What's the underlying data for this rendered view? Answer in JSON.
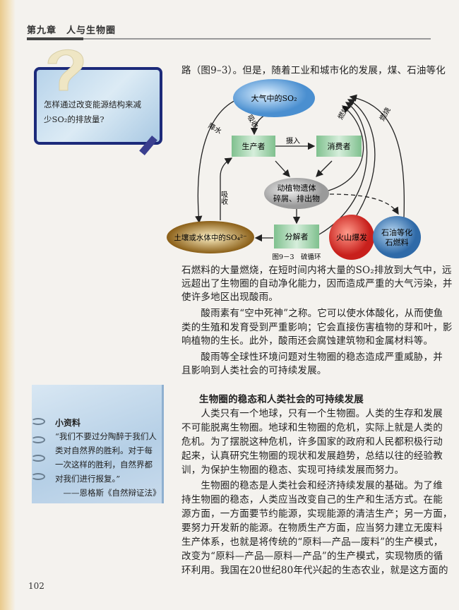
{
  "header": {
    "chapter": "第九章　人与生物圈"
  },
  "question_box": {
    "lines": [
      "怎样通过改变能源结构来减",
      "少SO₂的排放量?"
    ]
  },
  "body_top": "路（图9–3）。但是，随着工业和城市化的发展，煤、石油等化",
  "figure": {
    "caption": "图9－3　硫循环",
    "nodes": {
      "atmosphere": "大气中的SO₂",
      "producer": "生产者",
      "consumer": "消费者",
      "remains_1": "动植物遗体",
      "remains_2": "碎屑、排出物",
      "decomposer": "分解者",
      "soil": "土壤或水体中的SO₄²⁻",
      "volcano": "火山爆发",
      "fossil_1": "石油等化",
      "fossil_2": "石燃料"
    },
    "edges": {
      "precipitation": "降水",
      "absorb_top": "吸收",
      "ingest": "摄入",
      "absorb_bottom": "吸收",
      "burn_1": "燃烧",
      "burn_2": "燃烧"
    },
    "colors": {
      "atmosphere": "#6fa8dc",
      "boxes": "#a9d4b0",
      "remains": "#c9c9c9",
      "soil": "#a67c2e",
      "volcano": "#d9403a",
      "fossil": "#3f7fbf"
    }
  },
  "paragraphs": [
    [
      "石燃料的大量燃烧，在短时间内将大量的SO₂排放到大气中，远",
      "远超出了生物圈的自动净化能力，因而造成严重的大气污染，并",
      "使许多地区出现酸雨。"
    ],
    [
      "　　酸雨素有“空中死神”之称。它可以使水体酸化，从而使鱼",
      "类的生殖和发育受到严重影响；它会直接伤害植物的芽和叶，影",
      "响植物的生长。此外，酸雨还会腐蚀建筑物和金属材料等。"
    ],
    [
      "　　酸雨等全球性环境问题对生物圈的稳态造成严重威胁，并",
      "且影响到人类社会的可持续发展。"
    ]
  ],
  "section": {
    "heading": "生物圈的稳态和人类社会的可持续发展",
    "lines": [
      "　　人类只有一个地球，只有一个生物圈。人类的生存和发展",
      "不可能脱离生物圈。地球和生物圈的危机，实际上就是人类的",
      "危机。为了摆脱这种危机，许多国家的政府和人民都积极行动",
      "起来，认真研究生物圈的现状和发展趋势，总结以往的经验教",
      "训，为保护生物圈的稳态、实现可持续发展而努力。",
      "　　生物圈的稳态是人类社会和经济持续发展的基础。为了维",
      "持生物圈的稳态，人类应当改变自己的生产和生活方式。在能",
      "源方面，一方面要节约能源，实现能源的清洁生产；另一方面，",
      "要努力开发新的能源。在物质生产方面，应当努力建立无废料",
      "生产体系，也就是将传统的“原料—产品—废料”的生产模式，",
      "改变为“原料—产品—原料—产品”的生产模式，实现物质的循",
      "环利用。我国在20世纪80年代兴起的生态农业，就是这方面的"
    ]
  },
  "note": {
    "title": "小资料",
    "lines": [
      "“我们不要过分陶醉于我们人",
      "类对自然界的胜利。对于每",
      "一次这样的胜利，自然界都",
      "对我们进行报复。”",
      "　——恩格斯《自然辩证法》"
    ]
  },
  "page_number": "102"
}
